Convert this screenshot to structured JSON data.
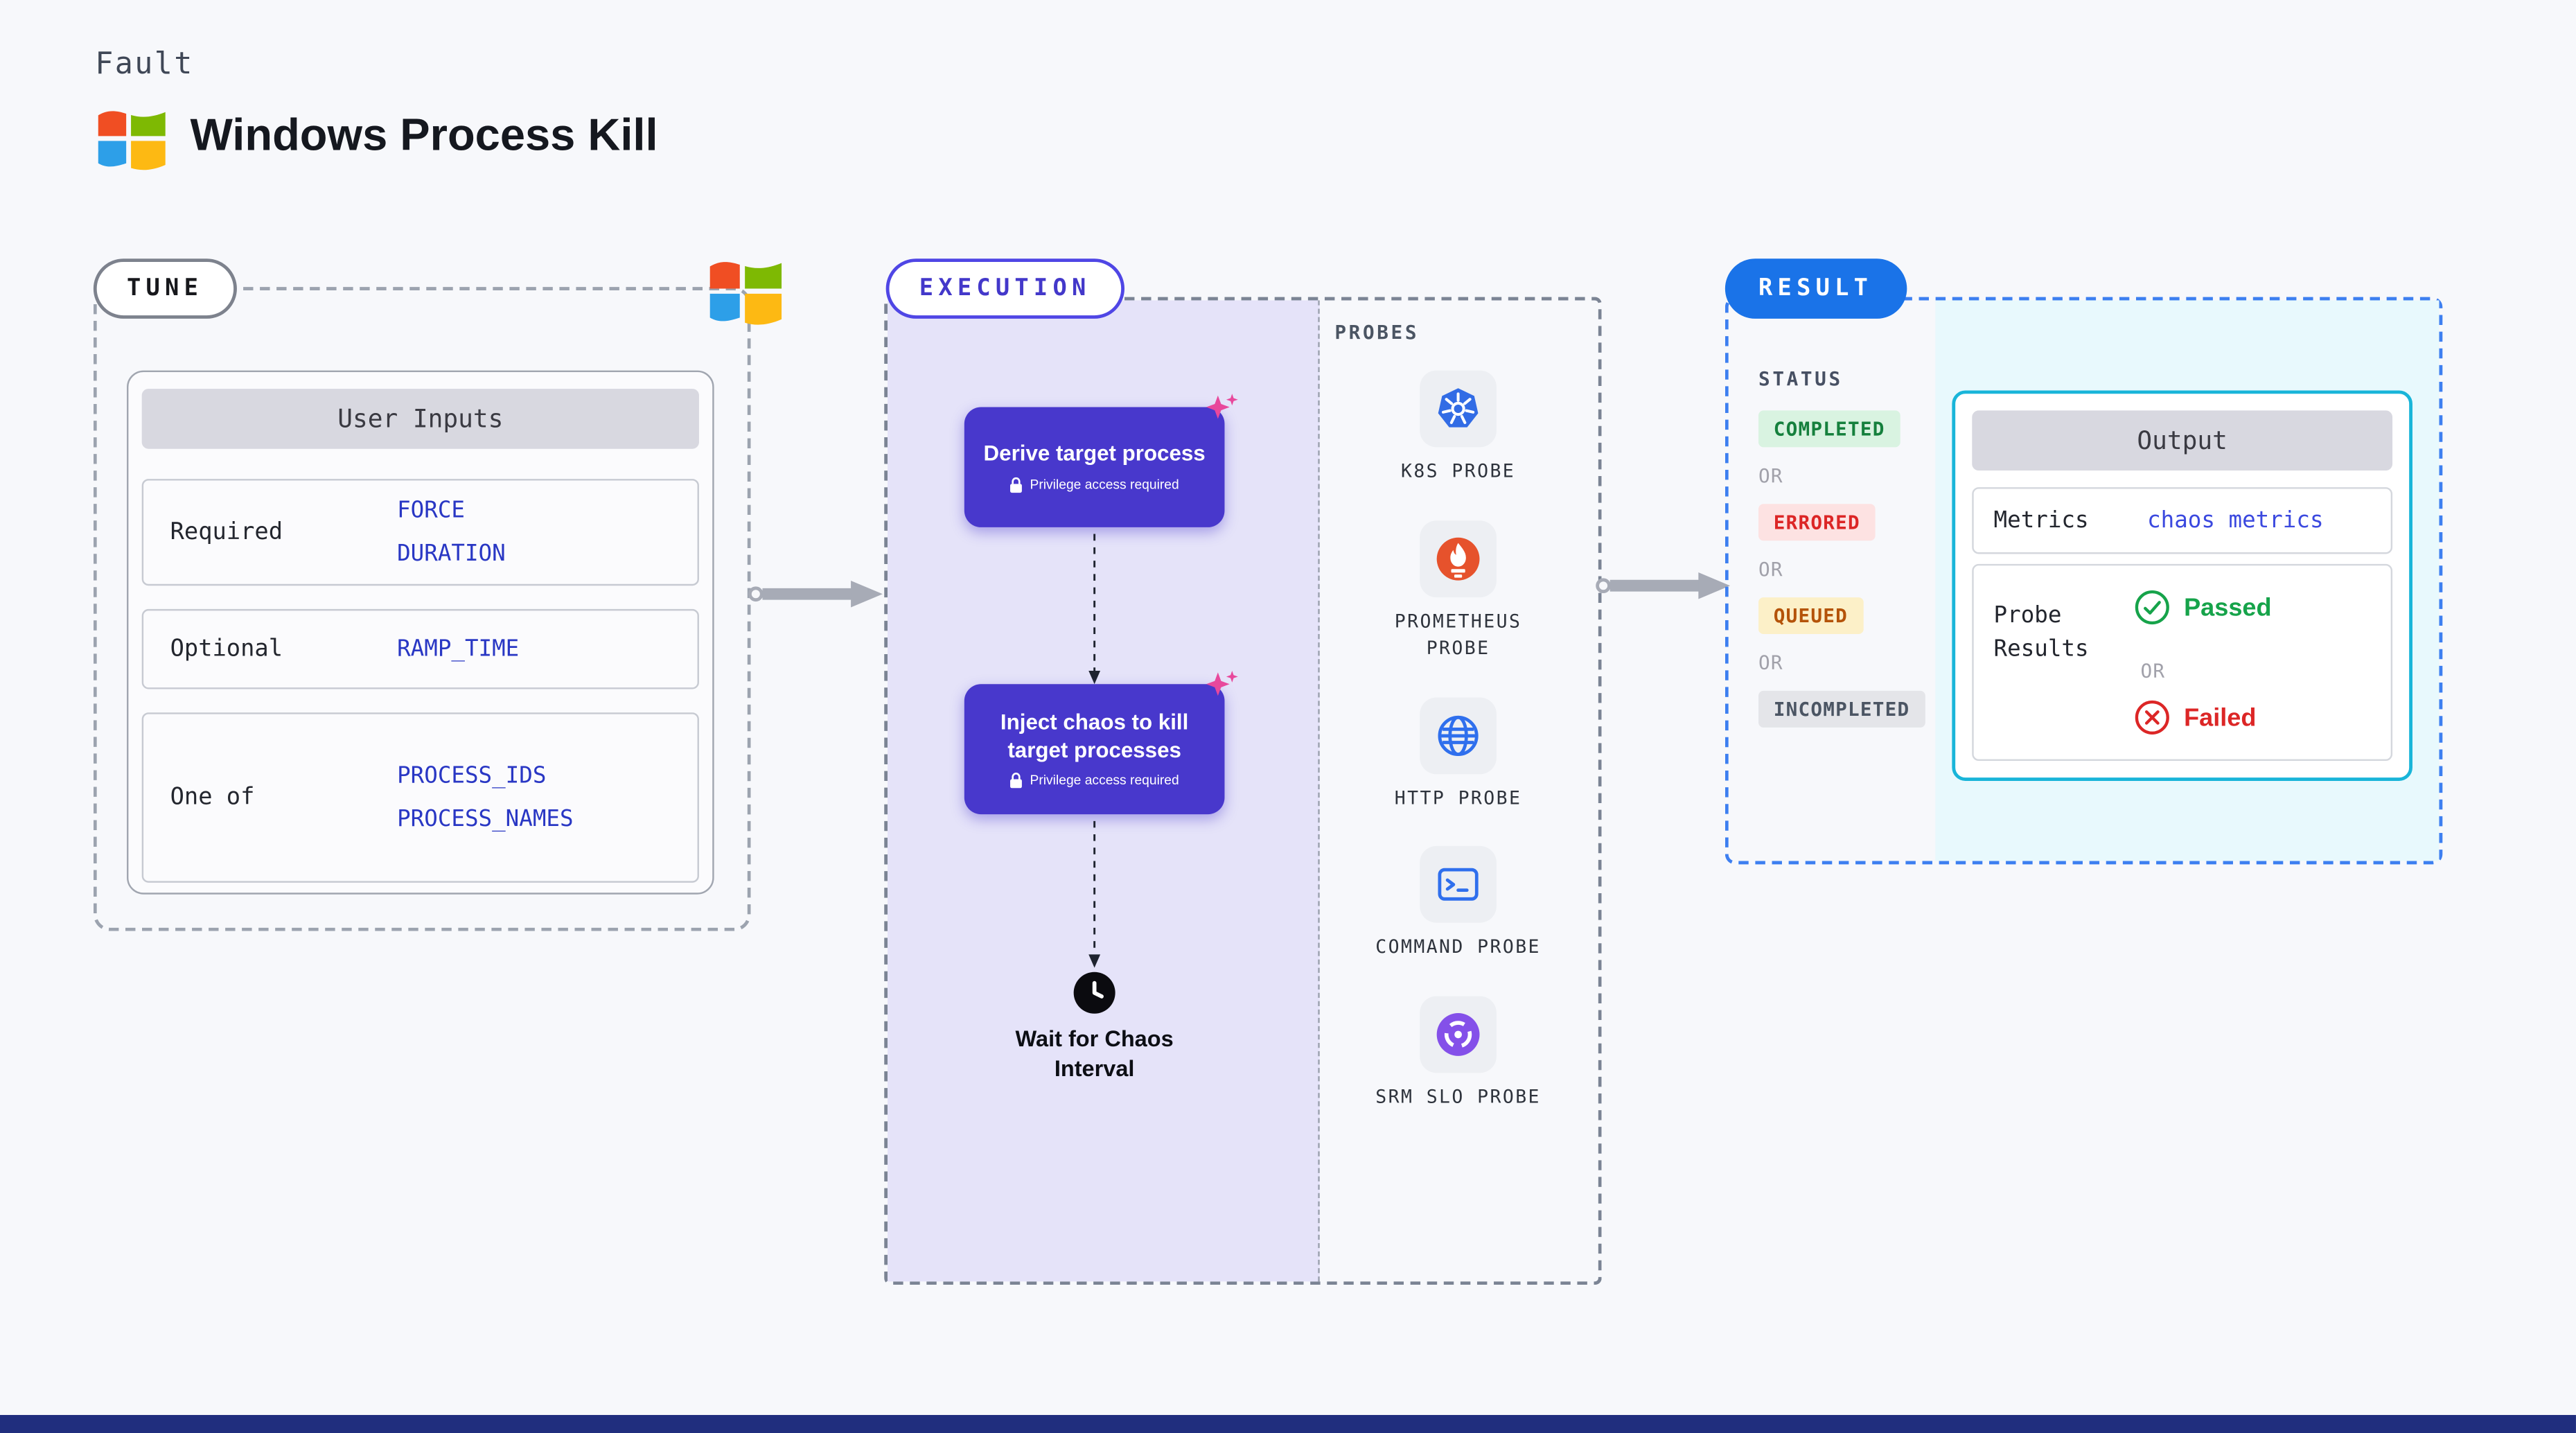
{
  "header": {
    "kind": "Fault",
    "title": "Windows Process Kill"
  },
  "tune": {
    "section_label": "TUNE",
    "table": {
      "header": "User Inputs",
      "rows": [
        {
          "label": "Required",
          "values": [
            "FORCE",
            "DURATION"
          ]
        },
        {
          "label": "Optional",
          "values": [
            "RAMP_TIME"
          ]
        },
        {
          "label": "One of",
          "values": [
            "PROCESS_IDS",
            "PROCESS_NAMES"
          ]
        }
      ]
    }
  },
  "execution": {
    "section_label": "EXECUTION",
    "cards": [
      {
        "title": "Derive target process",
        "badge": "Privilege access required"
      },
      {
        "title": "Inject chaos to kill target processes",
        "badge": "Privilege access required"
      }
    ],
    "wait_label": "Wait for Chaos Interval",
    "probes": {
      "heading": "PROBES",
      "items": [
        {
          "label": "K8S PROBE",
          "icon": "kubernetes-icon"
        },
        {
          "label": "PROMETHEUS PROBE",
          "icon": "prometheus-icon"
        },
        {
          "label": "HTTP PROBE",
          "icon": "globe-icon"
        },
        {
          "label": "COMMAND PROBE",
          "icon": "terminal-icon"
        },
        {
          "label": "SRM SLO PROBE",
          "icon": "srm-slo-icon"
        }
      ]
    }
  },
  "result": {
    "section_label": "RESULT",
    "status": {
      "heading": "STATUS",
      "or": "OR",
      "items": [
        {
          "label": "COMPLETED",
          "color": "#15803d",
          "bg": "#d9f3e1"
        },
        {
          "label": "ERRORED",
          "color": "#dc2626",
          "bg": "#fde2e2"
        },
        {
          "label": "QUEUED",
          "color": "#b45309",
          "bg": "#fcf0c8"
        },
        {
          "label": "INCOMPLETED",
          "color": "#4b5563",
          "bg": "#e4e5e9"
        }
      ]
    },
    "output": {
      "header": "Output",
      "metrics_label": "Metrics",
      "metrics_value": "chaos metrics",
      "probe_results_label": "Probe Results",
      "passed": "Passed",
      "or": "OR",
      "failed": "Failed"
    }
  },
  "colors": {
    "page_bg": "#f7f8fb",
    "card_indigo": "#4838cc",
    "execution_panel": "#e5e3f9",
    "result_blue": "#1a73e8",
    "output_cyan_border": "#19b5d9",
    "value_blue": "#2937c4",
    "footer_navy": "#202e7e"
  }
}
